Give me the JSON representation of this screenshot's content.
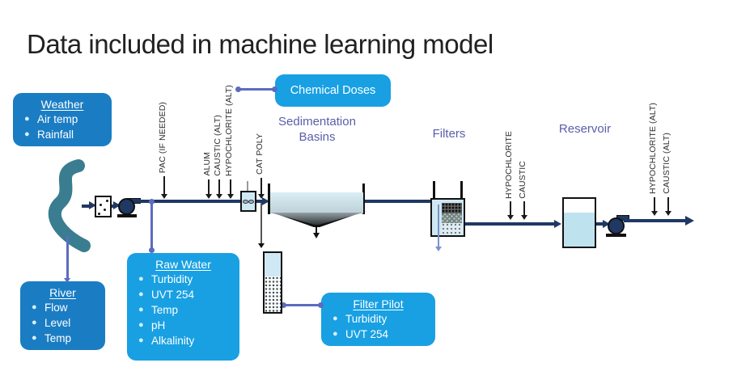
{
  "title": "Data included in machine learning model",
  "colors": {
    "box_blue_dark": "#1a7dc4",
    "box_blue_light": "#18a0e3",
    "connector_purple": "#5b6cc0",
    "pipe_navy": "#1f3864",
    "stage_label_purple": "#5a5ea9",
    "river_teal": "#3a7d90",
    "water_light_blue": "#cfe8f4"
  },
  "info_boxes": {
    "weather": {
      "heading": "Weather",
      "items": [
        "Air temp",
        "Rainfall"
      ]
    },
    "river": {
      "heading": "River",
      "items": [
        "Flow",
        "Level",
        "Temp"
      ]
    },
    "raw_water": {
      "heading": "Raw Water",
      "items": [
        "Turbidity",
        "UVT 254",
        "Temp",
        "pH",
        "Alkalinity"
      ]
    },
    "chemical_doses": {
      "heading": "Chemical Doses"
    },
    "filter_pilot": {
      "heading": "Filter Pilot",
      "items": [
        "Turbidity",
        "UVT 254"
      ]
    }
  },
  "stages": {
    "sedimentation_basins": "Sedimentation Basins",
    "filters": "Filters",
    "reservoir": "Reservoir"
  },
  "chemical_injections": {
    "pac": "PAC (IF NEEDED)",
    "alum": "ALUM",
    "caustic_alt_pre": "CAUSTIC (ALT)",
    "hypochlorite_alt_pre": "HYPOCHLORITE (ALT)",
    "cat_poly": "CAT POLY",
    "hypochlorite_post": "HYPOCHLORITE",
    "caustic_post": "CAUSTIC",
    "hypochlorite_alt_final": "HYPOCHLORITE (ALT)",
    "caustic_alt_final": "CAUSTIC (ALT)"
  }
}
